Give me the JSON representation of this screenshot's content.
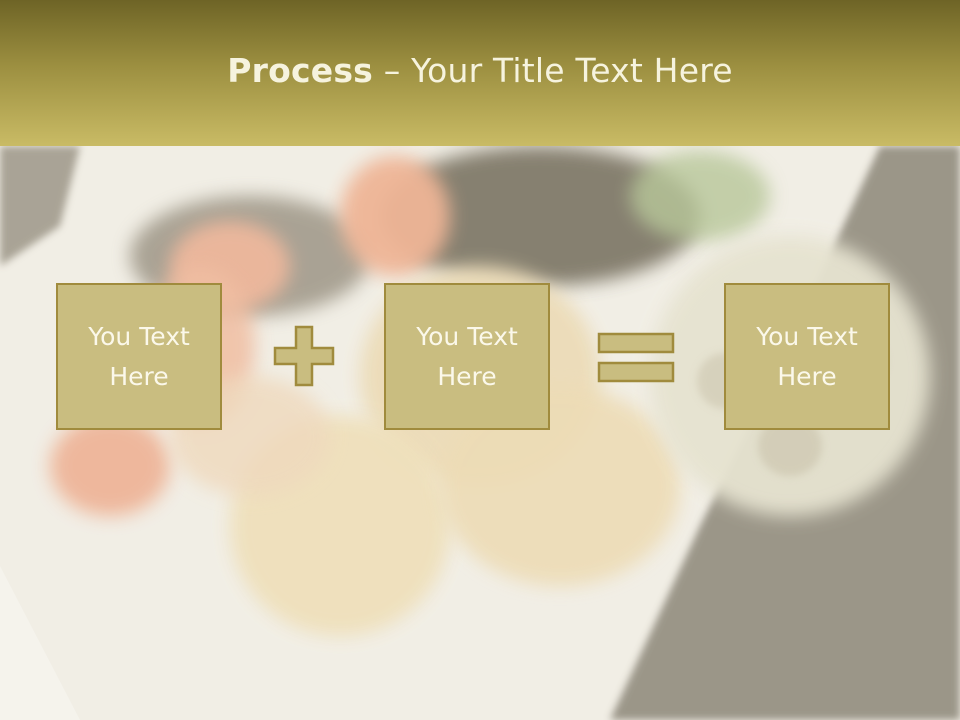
{
  "slide": {
    "title_bold": "Process",
    "title_rest": " – Your Title Text Here"
  },
  "process": {
    "boxes": [
      {
        "text": "You Text\nHere"
      },
      {
        "text": "You Text\nHere"
      },
      {
        "text": "You Text\nHere"
      }
    ],
    "operators": [
      "plus-icon",
      "equals-icon"
    ]
  },
  "colors": {
    "header_top": "#6e6426",
    "header_bottom": "#c9bb65",
    "box_fill": "#c9bd80",
    "box_border": "#a08b3d",
    "box_text": "#fbf8ea"
  }
}
